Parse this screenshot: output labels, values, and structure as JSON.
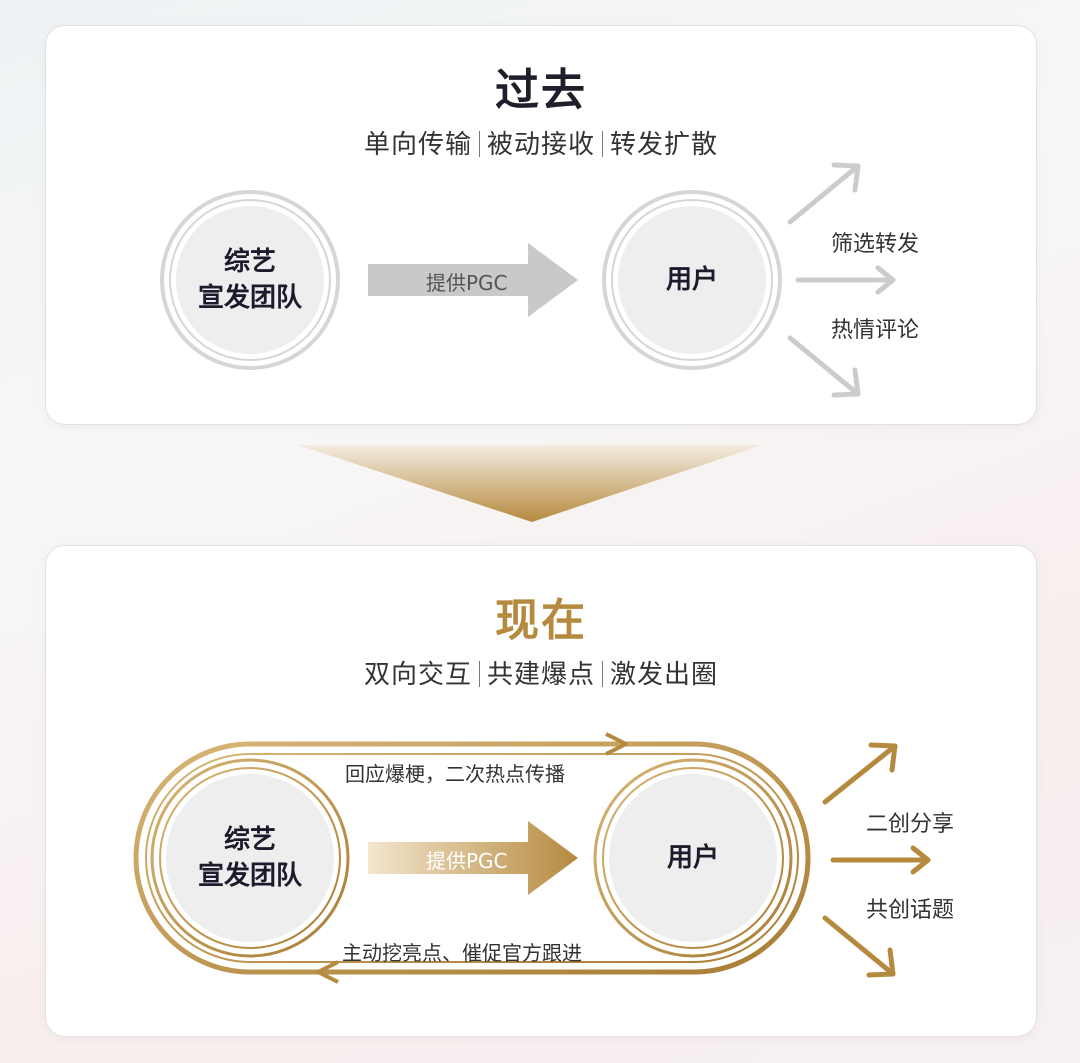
{
  "past": {
    "title": "过去",
    "subtitle": [
      "单向传输",
      "被动接收",
      "转发扩散"
    ],
    "source_circle": [
      "综艺",
      "宣发团队"
    ],
    "center_arrow_label": "提供PGC",
    "target_circle": "用户",
    "outcomes": [
      "筛选转发",
      "热情评论"
    ]
  },
  "present": {
    "title": "现在",
    "subtitle": [
      "双向交互",
      "共建爆点",
      "激发出圈"
    ],
    "source_circle": [
      "综艺",
      "宣发团队"
    ],
    "center_arrow_label": "提供PGC",
    "target_circle": "用户",
    "loop_top_label": "回应爆梗，二次热点传播",
    "loop_bottom_label": "主动挖亮点、催促官方跟进",
    "outcomes": [
      "二创分享",
      "共创话题"
    ]
  },
  "colors": {
    "gold": "#b68a3e",
    "gray_arrow": "#c9c9c9",
    "title_past": "#1f1f2c",
    "title_present": "#b68a3e"
  }
}
